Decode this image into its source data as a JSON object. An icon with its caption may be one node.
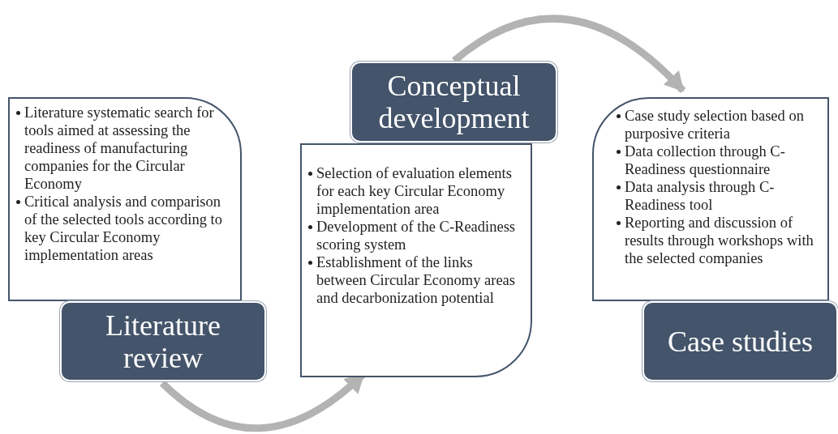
{
  "diagram": {
    "nodes": [
      {
        "text": [
          "Literature systematic search for tools aimed at assessing the readiness of manufacturing companies for the Circular Economy",
          "Critical analysis and comparison of the selected tools according to key Circular Economy implementation areas"
        ]
      },
      {
        "text": [
          "Literature review"
        ]
      },
      {
        "text": [
          "Conceptual development"
        ]
      },
      {
        "text": [
          "Selection of evaluation elements for each key Circular Economy implementation area",
          "Development of the C-Readiness scoring system",
          "Establishment of the links between Circular Economy areas and decarbonization potential"
        ]
      },
      {
        "text": [
          "Case study selection based on purposive criteria",
          "Data collection through C-Readiness questionnaire",
          "Data analysis through C-Readiness tool",
          "Reporting and discussion of results through workshops with the selected companies"
        ]
      },
      {
        "text": [
          "Case studies"
        ]
      }
    ],
    "edges": [
      {
        "from": 1,
        "to": 3,
        "arrow": "to"
      },
      {
        "from": 2,
        "to": 4,
        "arrow": "to"
      }
    ]
  }
}
